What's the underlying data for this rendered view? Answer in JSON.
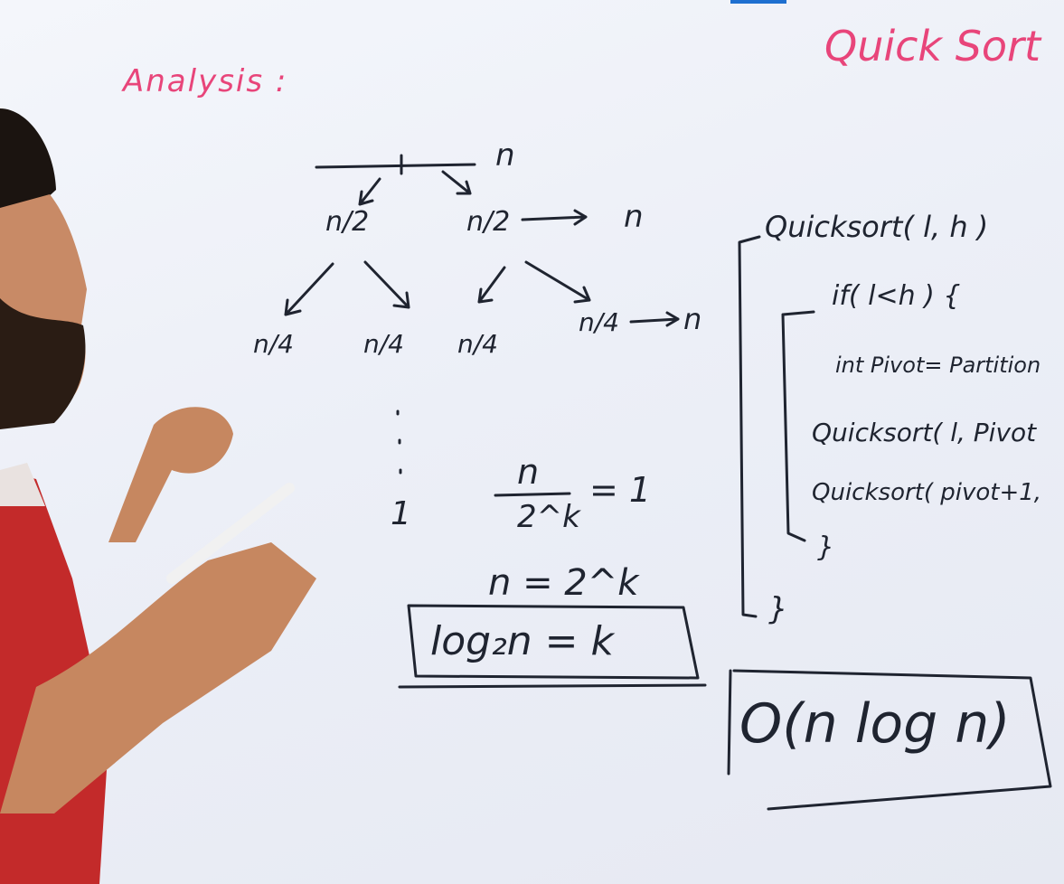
{
  "title": "Quick Sort",
  "heading": "Analysis :",
  "tree": {
    "root": "n",
    "level1": [
      "n/2",
      "n/2"
    ],
    "level1_sum": "n",
    "level2": [
      "n/4",
      "n/4",
      "n/4",
      "n/4"
    ],
    "level2_sum": "n",
    "leaf": "1"
  },
  "derivation": {
    "fraction_top": "n",
    "fraction_bottom": "2^k",
    "equals_one": "= 1",
    "step2": "n = 2^k",
    "step3": "log₂n = k"
  },
  "code": {
    "line1": "Quicksort( l, h )",
    "line2": "if( l<h ) {",
    "line3": "int Pivot= Partition",
    "line4": "Quicksort( l, Pivot",
    "line5": "Quicksort( pivot+1,",
    "close_inner": "}",
    "close_outer": "}"
  },
  "complexity": "O(n log n)",
  "colors": {
    "marker_black": "#1f2430",
    "marker_red": "#e8457a",
    "shirt": "#c32a2a"
  }
}
